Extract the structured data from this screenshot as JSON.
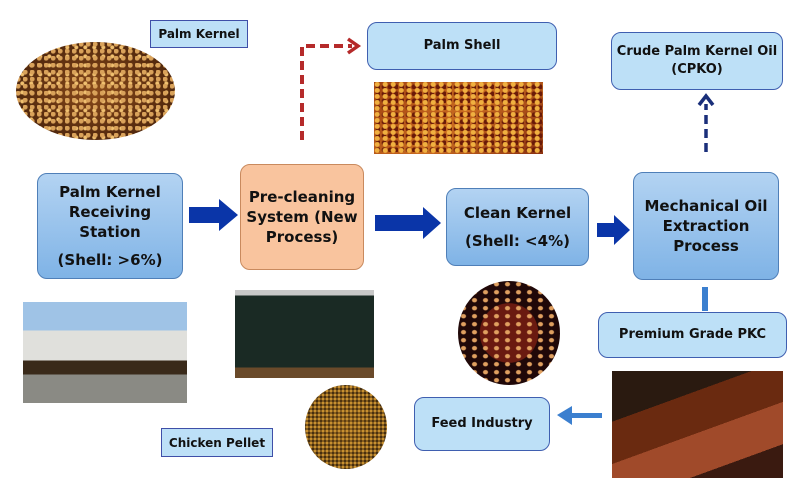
{
  "diagram": {
    "labels": {
      "palm_kernel": "Palm Kernel",
      "chicken_pellet": "Chicken Pellet"
    },
    "nodes": {
      "receiving": {
        "lines": [
          "Palm Kernel",
          "Receiving",
          "Station"
        ],
        "sub": "(Shell: >6%)"
      },
      "precleaning": {
        "lines": [
          "Pre-cleaning",
          "System (New",
          "Process)"
        ]
      },
      "clean_kernel": {
        "title": "Clean Kernel",
        "sub": "(Shell: <4%)"
      },
      "extraction": {
        "lines": [
          "Mechanical Oil",
          "Extraction",
          "Process"
        ]
      },
      "palm_shell": {
        "title": "Palm Shell"
      },
      "cpko": {
        "lines": [
          "Crude Palm Kernel Oil",
          "(CPKO)"
        ]
      },
      "pkc": {
        "title": "Premium Grade PKC"
      },
      "feed": {
        "title": "Feed Industry"
      }
    },
    "images": [
      "palm-kernel-photo",
      "palm-shell-photo",
      "receiving-station-photo",
      "precleaning-plant-photo",
      "clean-kernel-photo",
      "chicken-pellet-photo",
      "pkc-warehouse-photo"
    ],
    "colors": {
      "process_blue": "#8dbbe9",
      "precleaning_orange": "#f9c49e",
      "flow_arrow": "#0a35a8",
      "shell_arrow": "#b52a2a",
      "cpko_arrow": "#1a2f7a",
      "pkc_arrow": "#3b7fcf"
    }
  }
}
